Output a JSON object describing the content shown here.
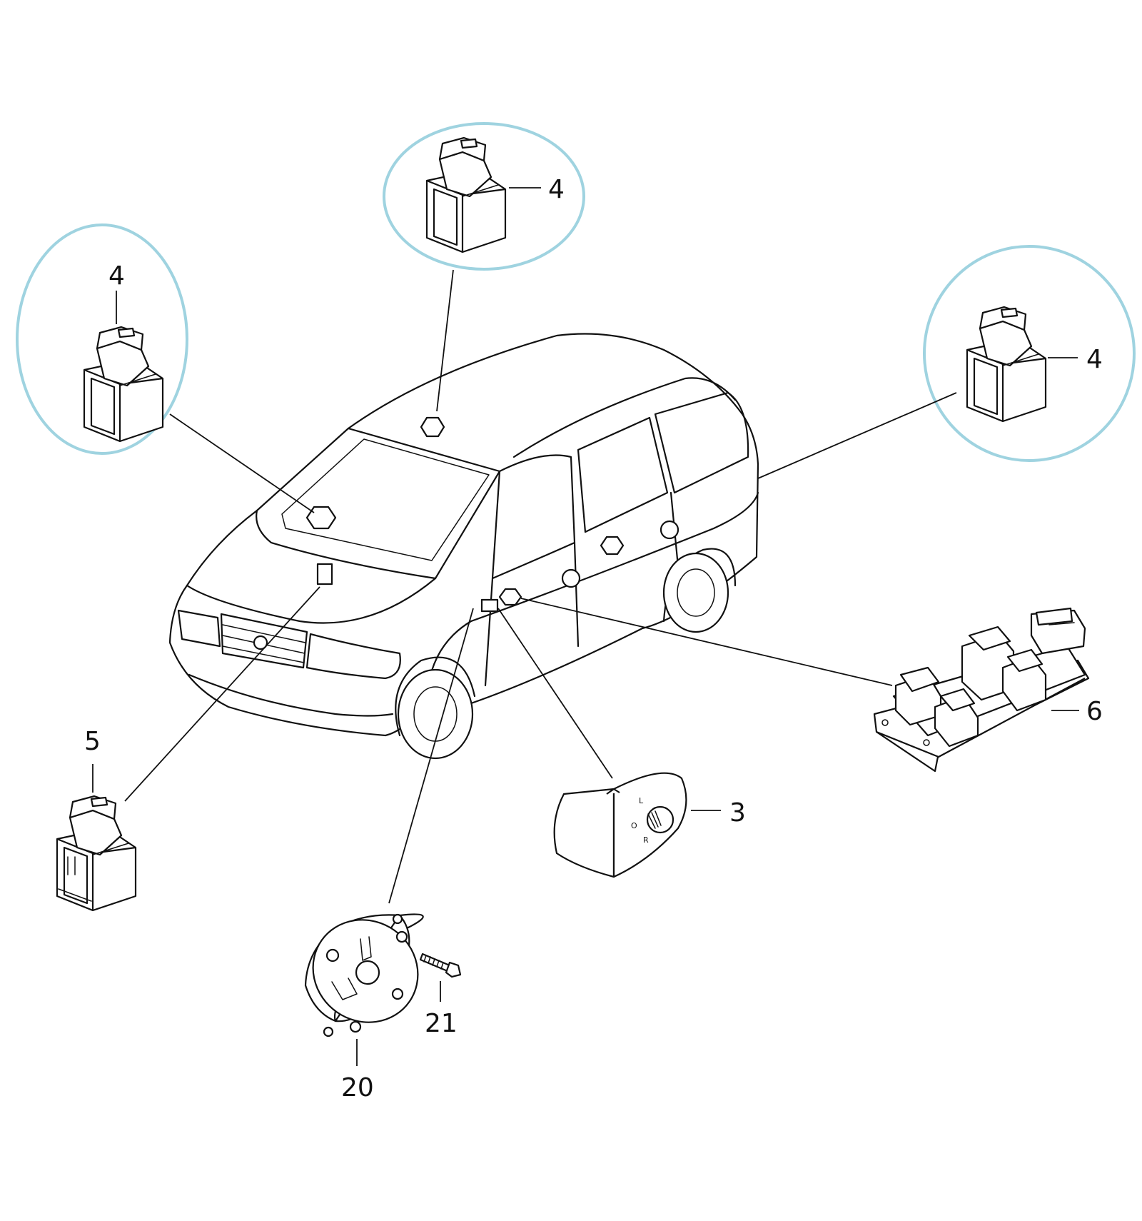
{
  "colors": {
    "highlight": "#9fd3e0",
    "line": "#111111",
    "background": "#ffffff"
  },
  "callouts": {
    "switch_top": "4",
    "switch_left": "4",
    "switch_right": "4",
    "switch_single": "5",
    "switch_panel": "6",
    "mirror_control": "3",
    "motor": "20",
    "screw": "21"
  },
  "mirror_knob_marks": {
    "left": "L",
    "off": "O",
    "right": "R"
  }
}
